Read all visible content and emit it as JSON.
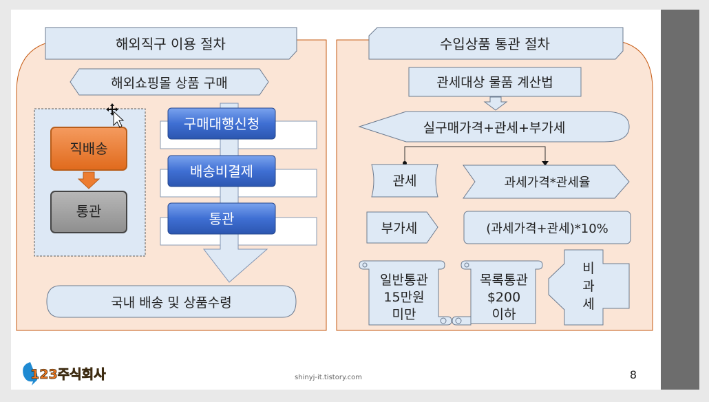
{
  "left": {
    "title": "해외직구 이용 절차",
    "shop": "해외쇼핑몰 상품 구매",
    "direct_ship": "직배송",
    "customs_box": "통관",
    "steps": [
      "구매대행신청",
      "배송비결제",
      "통관"
    ],
    "domestic": "국내 배송 및 상품수령"
  },
  "right": {
    "title": "수입상품 통관 절차",
    "calc": "관세대상 물품 계산법",
    "formula": "실구매가격+관세+부가세",
    "duty_label": "관세",
    "duty_formula": "과세가격*관세율",
    "vat_label": "부가세",
    "vat_formula": "(과세가격+관세)*10%",
    "general": [
      "일반통관",
      "15만원",
      "미만"
    ],
    "list": [
      "목록통관",
      "$200",
      "이하"
    ],
    "nontax": [
      "비",
      "과",
      "세"
    ]
  },
  "footer": {
    "logo": "123주식회사",
    "url": "shinyj-it.tistory.com",
    "page": "8"
  },
  "colors": {
    "panel": "#fbe5d6",
    "panel_border": "#c65911",
    "light_blue": "#dee9f5",
    "blue_button": "#3d6fd4",
    "orange": "#ed7d31",
    "gray": "#9e9e9e",
    "sidebar": "#6d6d6d"
  }
}
